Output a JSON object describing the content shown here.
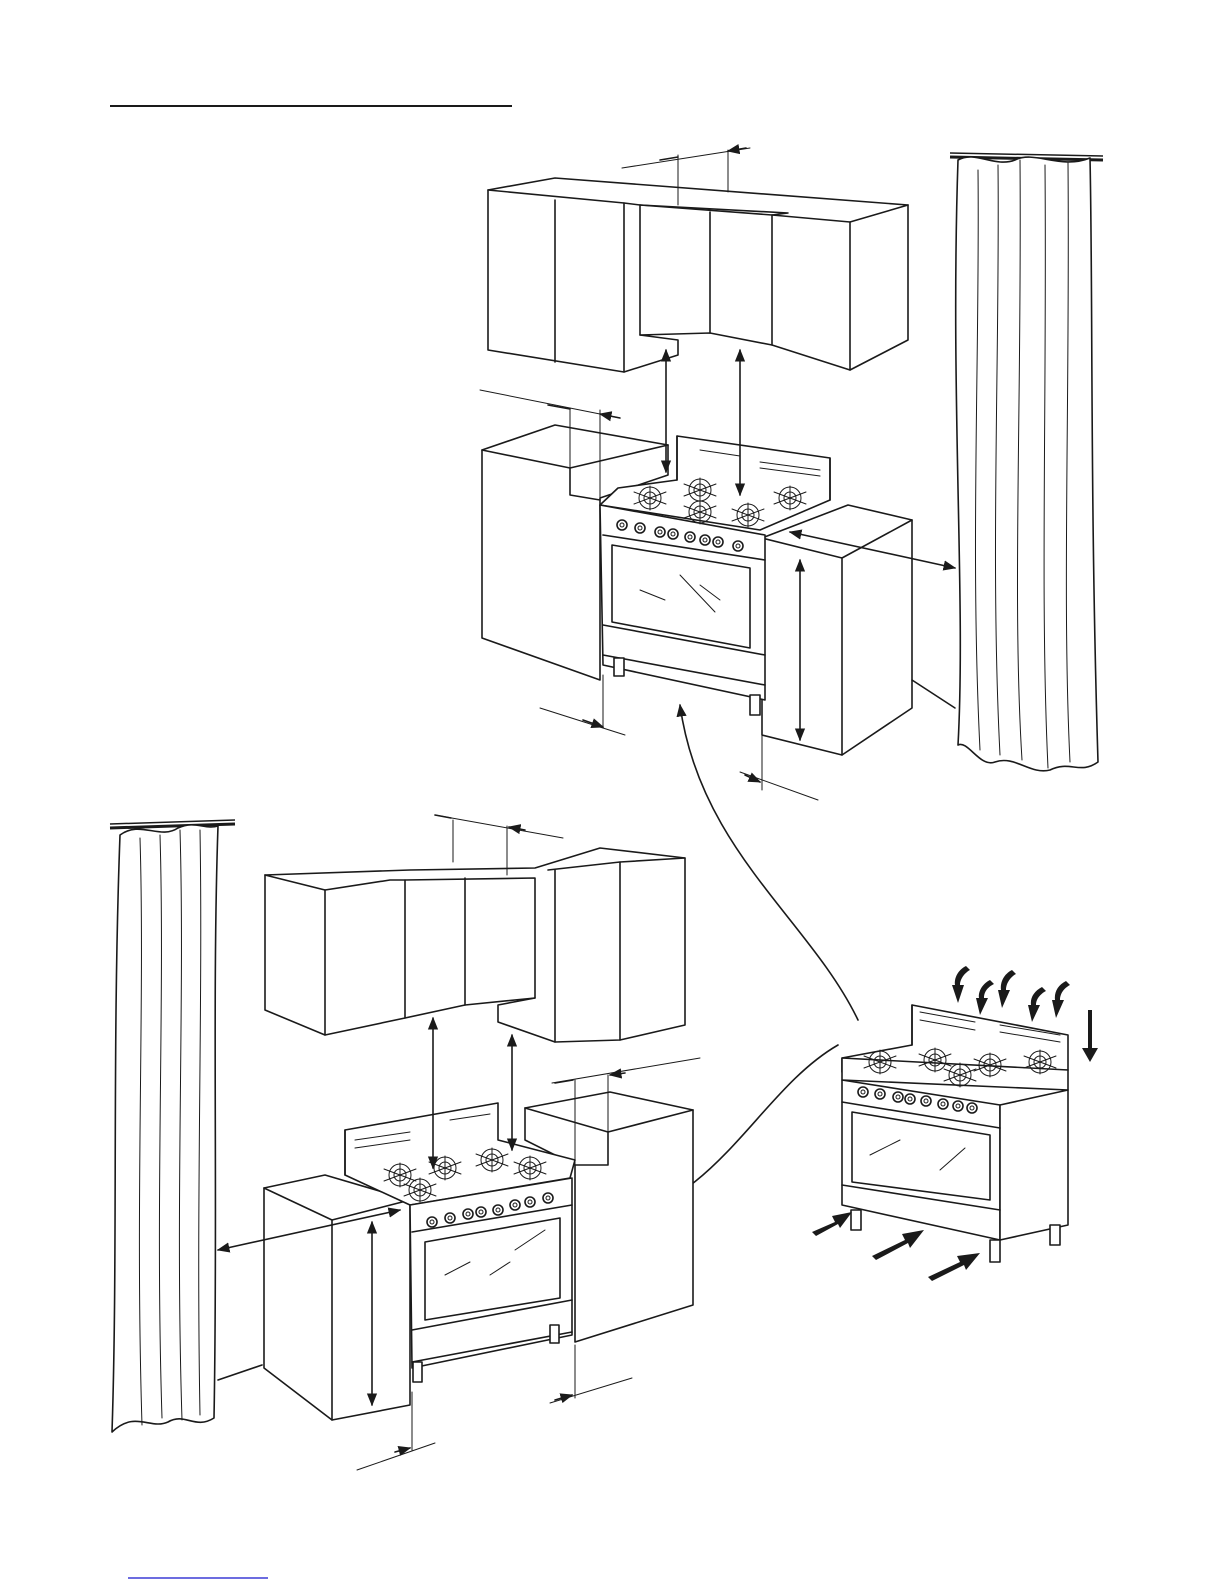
{
  "page": {
    "background": "#ffffff",
    "ink_color": "#1a1a1a",
    "header_rule_color": "#1a1a1a",
    "footer_link_color": "#3b3bd6"
  },
  "figures": [
    {
      "name": "installation-right-of-curtain",
      "components": [
        "wall-cabinets",
        "hood-cabinet",
        "cooker",
        "side-cabinet-left",
        "side-cabinet-right",
        "curtain",
        "clearance-arrows"
      ]
    },
    {
      "name": "installation-left-of-curtain",
      "components": [
        "wall-cabinets",
        "hood-cabinet",
        "cooker",
        "side-cabinet-left",
        "side-cabinet-right",
        "curtain",
        "clearance-arrows"
      ]
    },
    {
      "name": "ventilation-detail",
      "components": [
        "cooker",
        "air-intake-arrows",
        "air-outlet-arrows"
      ]
    }
  ],
  "icons": [
    "dimension-arrow",
    "air-flow-arrow",
    "curtain",
    "gas-burner",
    "control-knob"
  ]
}
